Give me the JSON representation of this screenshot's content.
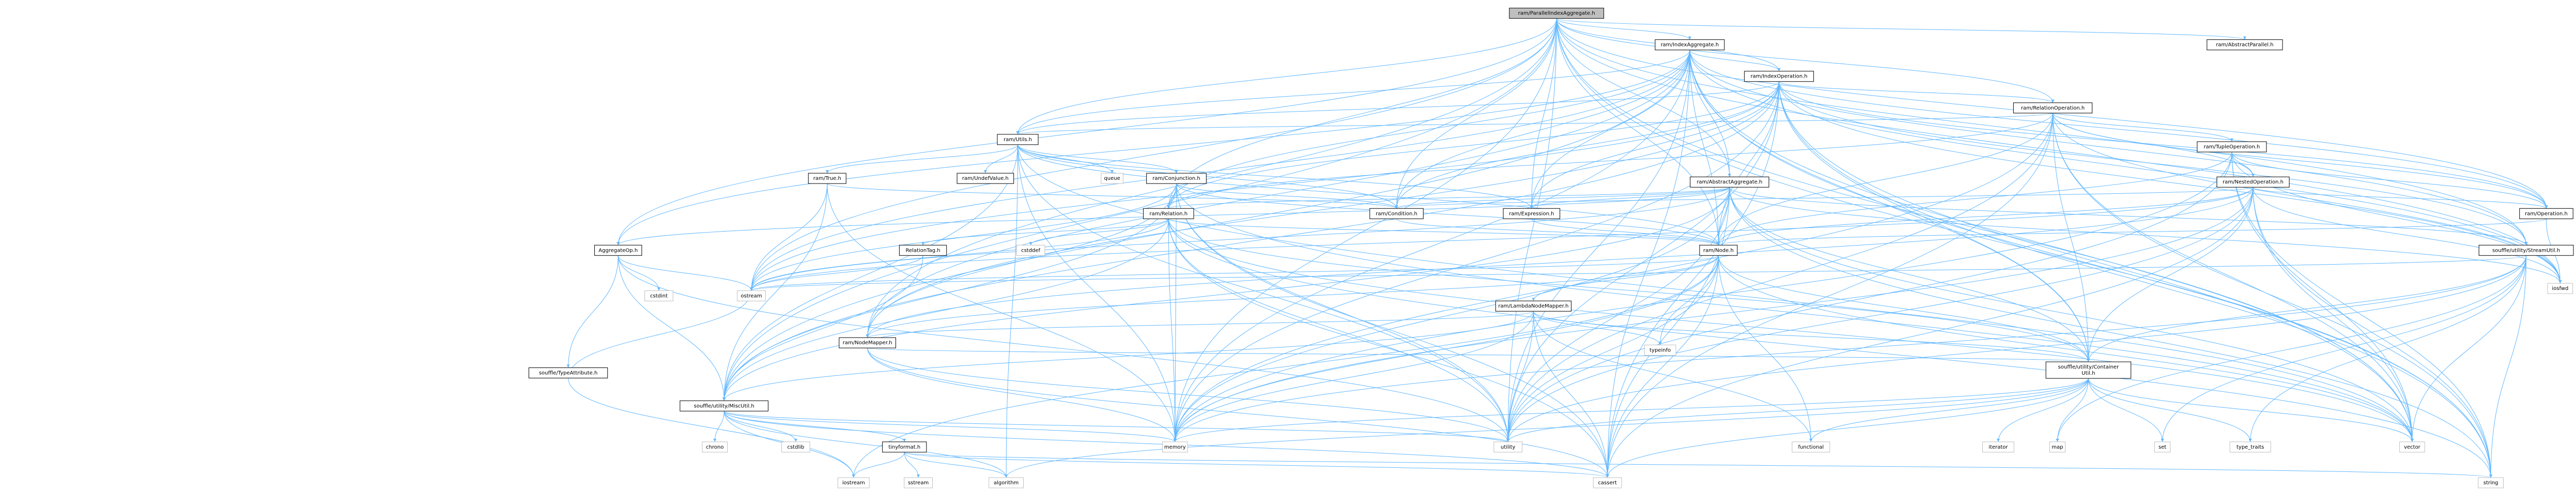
{
  "root": "ram/ParallelIndexAggregate.h",
  "nodes": [
    {
      "id": "root",
      "label": [
        "ram/ParallelIndexAggregate.h"
      ],
      "kind": "root"
    },
    {
      "id": "idxagg",
      "label": [
        "ram/IndexAggregate.h"
      ],
      "kind": "hdr"
    },
    {
      "id": "absp",
      "label": [
        "ram/AbstractParallel.h"
      ],
      "kind": "hdr"
    },
    {
      "id": "idxop",
      "label": [
        "ram/IndexOperation.h"
      ],
      "kind": "hdr"
    },
    {
      "id": "relop",
      "label": [
        "ram/RelationOperation.h"
      ],
      "kind": "hdr"
    },
    {
      "id": "utils",
      "label": [
        "ram/Utils.h"
      ],
      "kind": "hdr"
    },
    {
      "id": "tupleop",
      "label": [
        "ram/TupleOperation.h"
      ],
      "kind": "hdr"
    },
    {
      "id": "absagg",
      "label": [
        "ram/AbstractAggregate.h"
      ],
      "kind": "hdr"
    },
    {
      "id": "nested",
      "label": [
        "ram/NestedOperation.h"
      ],
      "kind": "hdr"
    },
    {
      "id": "true",
      "label": [
        "ram/True.h"
      ],
      "kind": "hdr"
    },
    {
      "id": "undef",
      "label": [
        "ram/UndefValue.h"
      ],
      "kind": "hdr"
    },
    {
      "id": "queue",
      "label": [
        "queue"
      ],
      "kind": "lib"
    },
    {
      "id": "conj",
      "label": [
        "ram/Conjunction.h"
      ],
      "kind": "hdr"
    },
    {
      "id": "cond",
      "label": [
        "ram/Condition.h"
      ],
      "kind": "hdr"
    },
    {
      "id": "expr",
      "label": [
        "ram/Expression.h"
      ],
      "kind": "hdr"
    },
    {
      "id": "operation",
      "label": [
        "ram/Operation.h"
      ],
      "kind": "hdr"
    },
    {
      "id": "relation",
      "label": [
        "ram/Relation.h"
      ],
      "kind": "hdr"
    },
    {
      "id": "node",
      "label": [
        "ram/Node.h"
      ],
      "kind": "hdr"
    },
    {
      "id": "streamutil",
      "label": [
        "souffle/utility/StreamUtil.h"
      ],
      "kind": "hdr"
    },
    {
      "id": "iosfwd",
      "label": [
        "iosfwd"
      ],
      "kind": "lib"
    },
    {
      "id": "aggop",
      "label": [
        "AggregateOp.h"
      ],
      "kind": "hdr"
    },
    {
      "id": "reltag",
      "label": [
        "RelationTag.h"
      ],
      "kind": "hdr"
    },
    {
      "id": "cstddef",
      "label": [
        "cstddef"
      ],
      "kind": "lib"
    },
    {
      "id": "lambda",
      "label": [
        "ram/LambdaNodeMapper.h"
      ],
      "kind": "hdr"
    },
    {
      "id": "nodemapper",
      "label": [
        "ram/NodeMapper.h"
      ],
      "kind": "hdr"
    },
    {
      "id": "typeattr",
      "label": [
        "souffle/TypeAttribute.h"
      ],
      "kind": "hdr"
    },
    {
      "id": "misc",
      "label": [
        "souffle/utility/MiscUtil.h"
      ],
      "kind": "hdr"
    },
    {
      "id": "container",
      "label": [
        "souffle/utility/Container",
        "Util.h"
      ],
      "kind": "hdr"
    },
    {
      "id": "tinyformat",
      "label": [
        "tinyformat.h"
      ],
      "kind": "hdr"
    },
    {
      "id": "cstdint",
      "label": [
        "cstdint"
      ],
      "kind": "lib"
    },
    {
      "id": "ostream",
      "label": [
        "ostream"
      ],
      "kind": "lib"
    },
    {
      "id": "typeinfo",
      "label": [
        "typeinfo"
      ],
      "kind": "lib"
    },
    {
      "id": "chrono",
      "label": [
        "chrono"
      ],
      "kind": "lib"
    },
    {
      "id": "cstdlib",
      "label": [
        "cstdlib"
      ],
      "kind": "lib"
    },
    {
      "id": "memory",
      "label": [
        "memory"
      ],
      "kind": "lib"
    },
    {
      "id": "utility",
      "label": [
        "utility"
      ],
      "kind": "lib"
    },
    {
      "id": "functional",
      "label": [
        "functional"
      ],
      "kind": "lib"
    },
    {
      "id": "iterator",
      "label": [
        "iterator"
      ],
      "kind": "lib"
    },
    {
      "id": "map",
      "label": [
        "map"
      ],
      "kind": "lib"
    },
    {
      "id": "set",
      "label": [
        "set"
      ],
      "kind": "lib"
    },
    {
      "id": "type_traits",
      "label": [
        "type_traits"
      ],
      "kind": "lib"
    },
    {
      "id": "vector",
      "label": [
        "vector"
      ],
      "kind": "lib"
    },
    {
      "id": "iostream",
      "label": [
        "iostream"
      ],
      "kind": "lib"
    },
    {
      "id": "sstream",
      "label": [
        "sstream"
      ],
      "kind": "lib"
    },
    {
      "id": "algorithm",
      "label": [
        "algorithm"
      ],
      "kind": "lib"
    },
    {
      "id": "cassert",
      "label": [
        "cassert"
      ],
      "kind": "lib"
    },
    {
      "id": "string",
      "label": [
        "string"
      ],
      "kind": "lib"
    }
  ],
  "edges": [
    [
      "root",
      "idxagg"
    ],
    [
      "root",
      "absp"
    ],
    [
      "root",
      "idxop"
    ],
    [
      "root",
      "absagg"
    ],
    [
      "root",
      "relation"
    ],
    [
      "root",
      "cond"
    ],
    [
      "root",
      "expr"
    ],
    [
      "root",
      "node"
    ],
    [
      "root",
      "operation"
    ],
    [
      "root",
      "aggop"
    ],
    [
      "root",
      "misc"
    ],
    [
      "root",
      "streamutil"
    ],
    [
      "root",
      "iosfwd"
    ],
    [
      "root",
      "memory"
    ],
    [
      "root",
      "ostream"
    ],
    [
      "root",
      "string"
    ],
    [
      "root",
      "utility"
    ],
    [
      "root",
      "vector"
    ],
    [
      "root",
      "utils"
    ],
    [
      "root",
      "relop"
    ],
    [
      "root",
      "nodemapper"
    ],
    [
      "idxagg",
      "idxop"
    ],
    [
      "idxagg",
      "absagg"
    ],
    [
      "idxagg",
      "relation"
    ],
    [
      "idxagg",
      "cond"
    ],
    [
      "idxagg",
      "expr"
    ],
    [
      "idxagg",
      "node"
    ],
    [
      "idxagg",
      "operation"
    ],
    [
      "idxagg",
      "aggop"
    ],
    [
      "idxagg",
      "misc"
    ],
    [
      "idxagg",
      "streamutil"
    ],
    [
      "idxagg",
      "utils"
    ],
    [
      "idxagg",
      "nodemapper"
    ],
    [
      "idxagg",
      "memory"
    ],
    [
      "idxagg",
      "ostream"
    ],
    [
      "idxagg",
      "string"
    ],
    [
      "idxagg",
      "utility"
    ],
    [
      "idxagg",
      "vector"
    ],
    [
      "idxagg",
      "cassert"
    ],
    [
      "idxagg",
      "iosfwd"
    ],
    [
      "idxagg",
      "container"
    ],
    [
      "idxop",
      "relop"
    ],
    [
      "idxop",
      "utils"
    ],
    [
      "idxop",
      "relation"
    ],
    [
      "idxop",
      "cond"
    ],
    [
      "idxop",
      "expr"
    ],
    [
      "idxop",
      "node"
    ],
    [
      "idxop",
      "operation"
    ],
    [
      "idxop",
      "nodemapper"
    ],
    [
      "idxop",
      "misc"
    ],
    [
      "idxop",
      "streamutil"
    ],
    [
      "idxop",
      "container"
    ],
    [
      "idxop",
      "memory"
    ],
    [
      "idxop",
      "ostream"
    ],
    [
      "idxop",
      "string"
    ],
    [
      "idxop",
      "utility"
    ],
    [
      "idxop",
      "vector"
    ],
    [
      "idxop",
      "cassert"
    ],
    [
      "idxop",
      "iosfwd"
    ],
    [
      "relop",
      "tupleop"
    ],
    [
      "relop",
      "relation"
    ],
    [
      "relop",
      "node"
    ],
    [
      "relop",
      "operation"
    ],
    [
      "relop",
      "container"
    ],
    [
      "relop",
      "memory"
    ],
    [
      "relop",
      "string"
    ],
    [
      "relop",
      "utility"
    ],
    [
      "relop",
      "vector"
    ],
    [
      "relop",
      "cassert"
    ],
    [
      "relop",
      "iosfwd"
    ],
    [
      "relop",
      "nested"
    ],
    [
      "relop",
      "utils"
    ],
    [
      "tupleop",
      "nested"
    ],
    [
      "tupleop",
      "node"
    ],
    [
      "tupleop",
      "operation"
    ],
    [
      "tupleop",
      "memory"
    ],
    [
      "tupleop",
      "utility"
    ],
    [
      "tupleop",
      "vector"
    ],
    [
      "tupleop",
      "string"
    ],
    [
      "tupleop",
      "iosfwd"
    ],
    [
      "nested",
      "node"
    ],
    [
      "nested",
      "operation"
    ],
    [
      "nested",
      "container"
    ],
    [
      "nested",
      "memory"
    ],
    [
      "nested",
      "utility"
    ],
    [
      "nested",
      "vector"
    ],
    [
      "nested",
      "string"
    ],
    [
      "nested",
      "ostream"
    ],
    [
      "nested",
      "cassert"
    ],
    [
      "nested",
      "iosfwd"
    ],
    [
      "nested",
      "nodemapper"
    ],
    [
      "nested",
      "cond"
    ],
    [
      "absagg",
      "relation"
    ],
    [
      "absagg",
      "cond"
    ],
    [
      "absagg",
      "expr"
    ],
    [
      "absagg",
      "node"
    ],
    [
      "absagg",
      "aggop"
    ],
    [
      "absagg",
      "container"
    ],
    [
      "absagg",
      "memory"
    ],
    [
      "absagg",
      "utility"
    ],
    [
      "absagg",
      "vector"
    ],
    [
      "absagg",
      "cassert"
    ],
    [
      "absagg",
      "iosfwd"
    ],
    [
      "absagg",
      "ostream"
    ],
    [
      "absagg",
      "string"
    ],
    [
      "absagg",
      "misc"
    ],
    [
      "absagg",
      "streamutil"
    ],
    [
      "utils",
      "true"
    ],
    [
      "utils",
      "undef"
    ],
    [
      "utils",
      "queue"
    ],
    [
      "utils",
      "conj"
    ],
    [
      "utils",
      "cond"
    ],
    [
      "utils",
      "expr"
    ],
    [
      "utils",
      "node"
    ],
    [
      "utils",
      "misc"
    ],
    [
      "utils",
      "memory"
    ],
    [
      "utils",
      "utility"
    ],
    [
      "utils",
      "vector"
    ],
    [
      "utils",
      "algorithm"
    ],
    [
      "true",
      "cond"
    ],
    [
      "true",
      "misc"
    ],
    [
      "true",
      "memory"
    ],
    [
      "true",
      "ostream"
    ],
    [
      "conj",
      "cond"
    ],
    [
      "conj",
      "node"
    ],
    [
      "conj",
      "nodemapper"
    ],
    [
      "conj",
      "misc"
    ],
    [
      "conj",
      "memory"
    ],
    [
      "conj",
      "ostream"
    ],
    [
      "conj",
      "utility"
    ],
    [
      "conj",
      "cassert"
    ],
    [
      "conj",
      "vector"
    ],
    [
      "cond",
      "node"
    ],
    [
      "expr",
      "node"
    ],
    [
      "operation",
      "node"
    ],
    [
      "operation",
      "iosfwd"
    ],
    [
      "relation",
      "reltag"
    ],
    [
      "relation",
      "node"
    ],
    [
      "relation",
      "container"
    ],
    [
      "relation",
      "misc"
    ],
    [
      "relation",
      "cstddef"
    ],
    [
      "relation",
      "memory"
    ],
    [
      "relation",
      "ostream"
    ],
    [
      "relation",
      "string"
    ],
    [
      "relation",
      "utility"
    ],
    [
      "relation",
      "vector"
    ],
    [
      "relation",
      "cassert"
    ],
    [
      "reltag",
      "misc"
    ],
    [
      "reltag",
      "ostream"
    ],
    [
      "node",
      "lambda"
    ],
    [
      "node",
      "nodemapper"
    ],
    [
      "node",
      "container"
    ],
    [
      "node",
      "functional"
    ],
    [
      "node",
      "memory"
    ],
    [
      "node",
      "ostream"
    ],
    [
      "node",
      "typeinfo"
    ],
    [
      "node",
      "utility"
    ],
    [
      "node",
      "vector"
    ],
    [
      "node",
      "cassert"
    ],
    [
      "node",
      "iostream"
    ],
    [
      "lambda",
      "nodemapper"
    ],
    [
      "lambda",
      "container"
    ],
    [
      "lambda",
      "functional"
    ],
    [
      "lambda",
      "memory"
    ],
    [
      "lambda",
      "typeinfo"
    ],
    [
      "lambda",
      "utility"
    ],
    [
      "lambda",
      "cassert"
    ],
    [
      "lambda",
      "misc"
    ],
    [
      "nodemapper",
      "container"
    ],
    [
      "nodemapper",
      "memory"
    ],
    [
      "nodemapper",
      "utility"
    ],
    [
      "nodemapper",
      "cassert"
    ],
    [
      "streamutil",
      "container"
    ],
    [
      "streamutil",
      "map"
    ],
    [
      "streamutil",
      "memory"
    ],
    [
      "streamutil",
      "ostream"
    ],
    [
      "streamutil",
      "set"
    ],
    [
      "streamutil",
      "string"
    ],
    [
      "streamutil",
      "type_traits"
    ],
    [
      "streamutil",
      "utility"
    ],
    [
      "streamutil",
      "vector"
    ],
    [
      "aggop",
      "typeattr"
    ],
    [
      "aggop",
      "misc"
    ],
    [
      "aggop",
      "cstdint"
    ],
    [
      "aggop",
      "ostream"
    ],
    [
      "aggop",
      "utility"
    ],
    [
      "typeattr",
      "ostream"
    ],
    [
      "typeattr",
      "iostream"
    ],
    [
      "misc",
      "tinyformat"
    ],
    [
      "misc",
      "chrono"
    ],
    [
      "misc",
      "cstdlib"
    ],
    [
      "misc",
      "iostream"
    ],
    [
      "misc",
      "memory"
    ],
    [
      "misc",
      "utility"
    ],
    [
      "misc",
      "algorithm"
    ],
    [
      "misc",
      "cassert"
    ],
    [
      "tinyformat",
      "algorithm"
    ],
    [
      "tinyformat",
      "cassert"
    ],
    [
      "tinyformat",
      "iostream"
    ],
    [
      "tinyformat",
      "sstream"
    ],
    [
      "tinyformat",
      "string"
    ],
    [
      "container",
      "functional"
    ],
    [
      "container",
      "iterator"
    ],
    [
      "container",
      "map"
    ],
    [
      "container",
      "memory"
    ],
    [
      "container",
      "set"
    ],
    [
      "container",
      "type_traits"
    ],
    [
      "container",
      "utility"
    ],
    [
      "container",
      "vector"
    ],
    [
      "container",
      "algorithm"
    ],
    [
      "container",
      "cassert"
    ]
  ]
}
